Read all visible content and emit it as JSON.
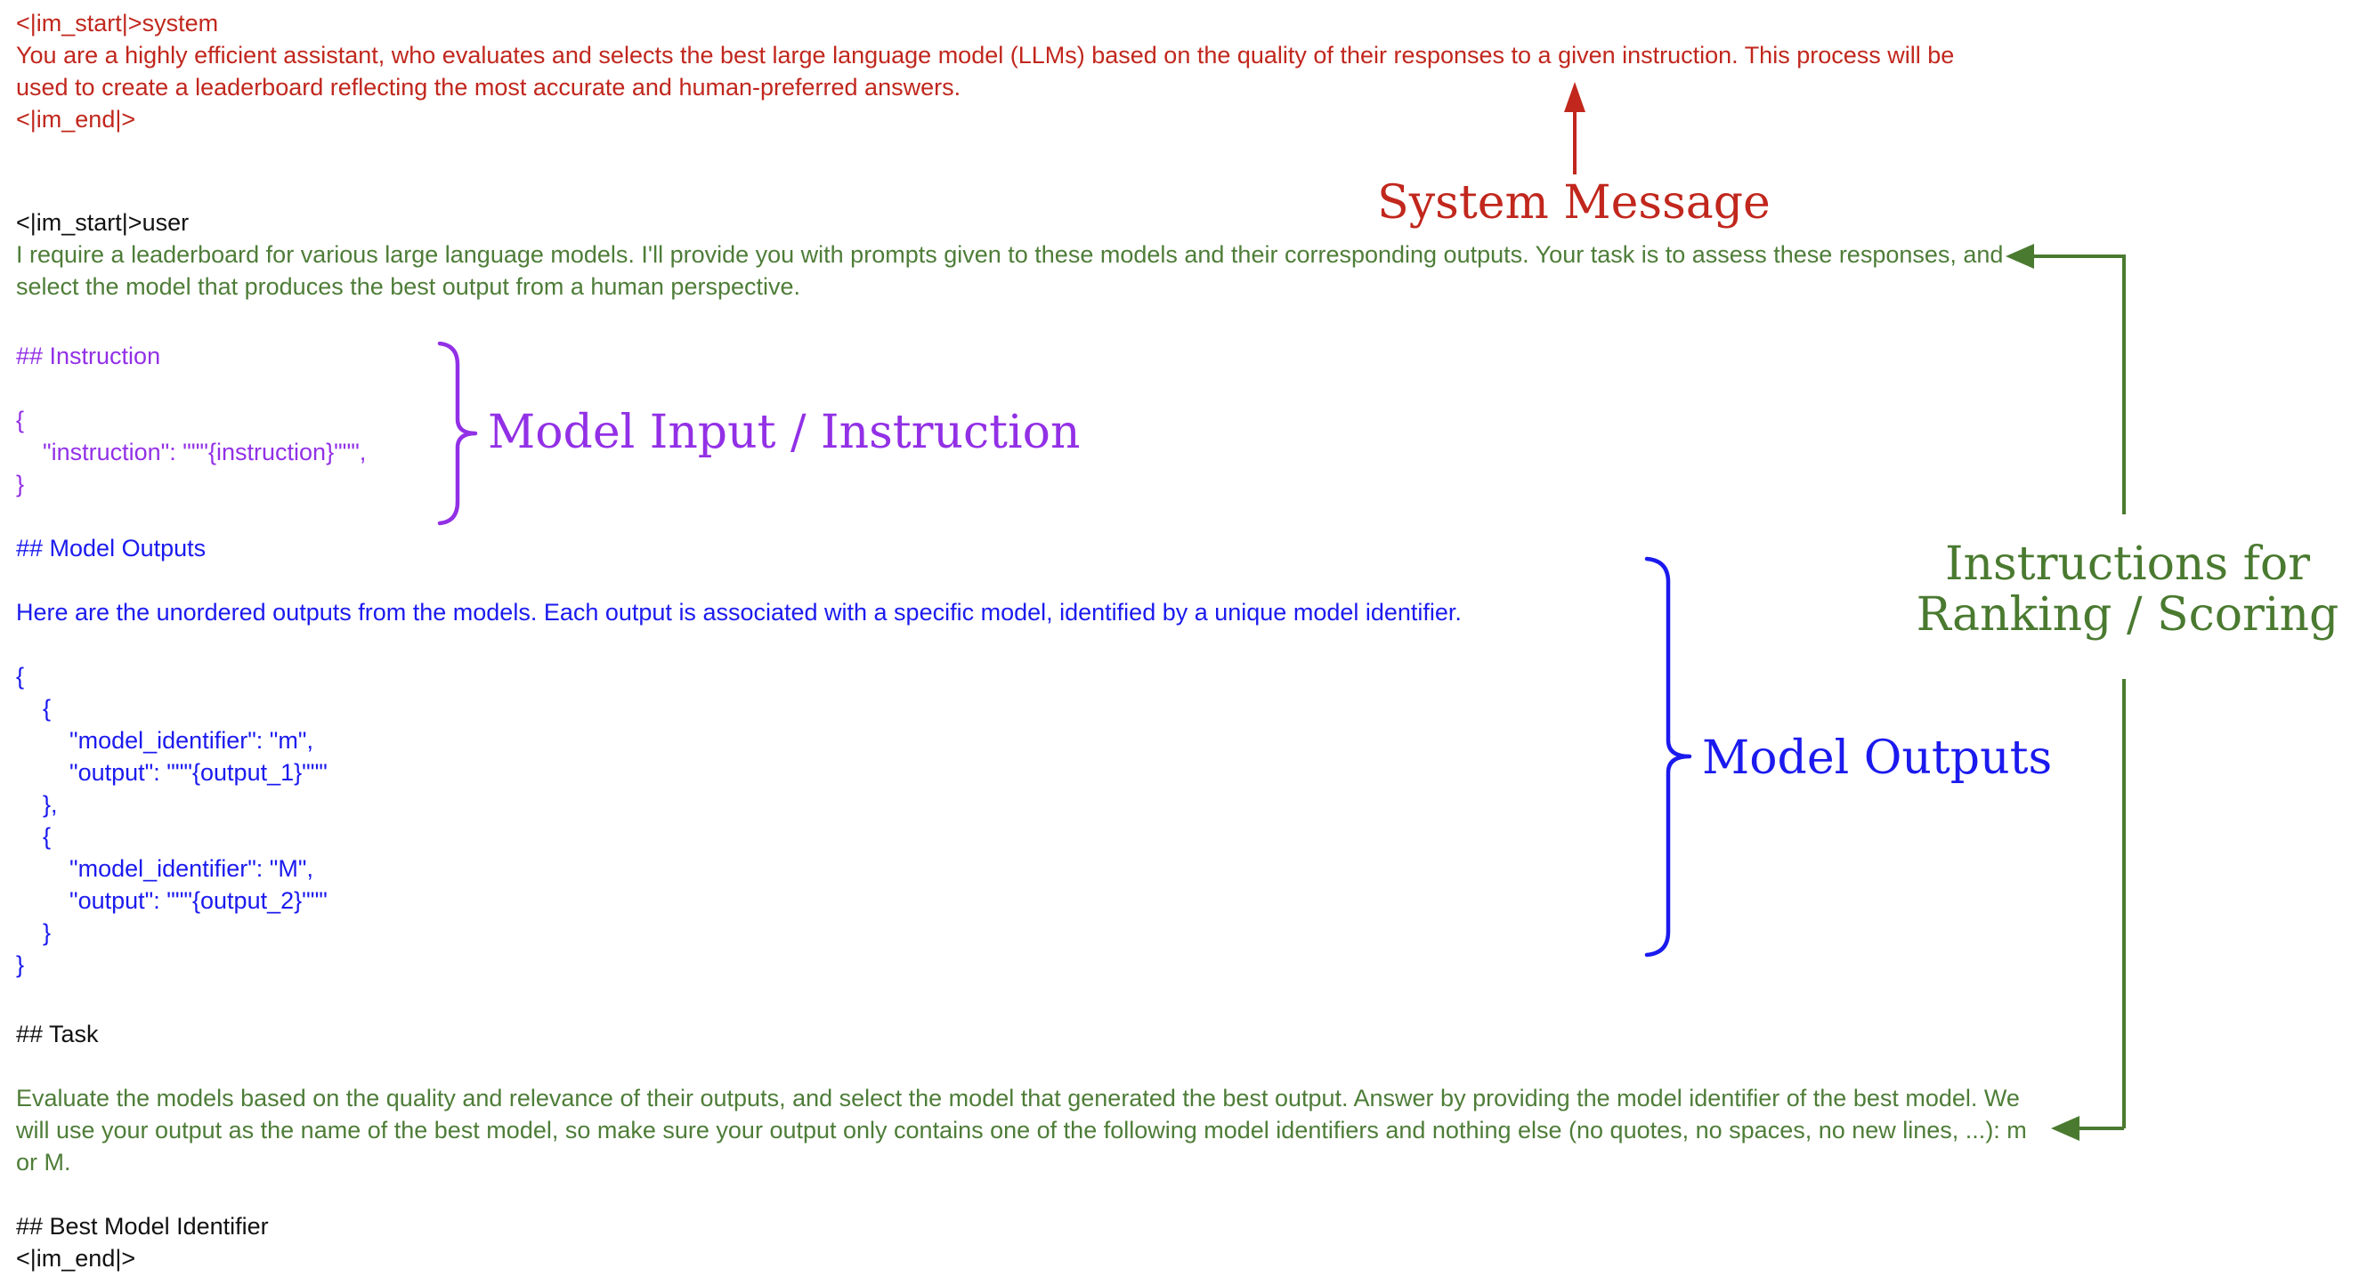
{
  "colors": {
    "system_red": "#C1271D",
    "user_green": "#4E7D38",
    "annotation_green": "#4A7A30",
    "outputs_blue": "#1B1AEE",
    "instruction_purple": "#9230E6",
    "plain_black": "#111111"
  },
  "prompt": {
    "system_block": "<|im_start|>system\nYou are a highly efficient assistant, who evaluates and selects the best large language model (LLMs) based on the quality of their responses to a given instruction. This process will be used to create a leaderboard reflecting the most accurate and human-preferred answers.\n<|im_end|>",
    "user_start_tag": "<|im_start|>user",
    "user_intro": "I require a leaderboard for various large language models. I'll provide you with prompts given to these models and their corresponding outputs. Your task is to assess these responses, and select the model that produces the best output from a human perspective.",
    "instruction_block": "## Instruction\n\n{\n    \"instruction\": \"\"\"{instruction}\"\"\",\n}",
    "model_outputs_block": "## Model Outputs\n\nHere are the unordered outputs from the models. Each output is associated with a specific model, identified by a unique model identifier.\n\n{\n    {\n        \"model_identifier\": \"m\",\n        \"output\": \"\"\"{output_1}\"\"\"\n    },\n    {\n        \"model_identifier\": \"M\",\n        \"output\": \"\"\"{output_2}\"\"\"\n    }\n}",
    "task_heading": "## Task",
    "task_text": "Evaluate the models based on the quality and relevance of their outputs, and select the model that generated the best output. Answer by providing the model identifier of the best model. We will use your output as the name of the best model, so make sure your output only contains one of the following model identifiers and nothing else (no quotes, no spaces, no new lines, ...): m or M.",
    "best_model_heading": "## Best Model Identifier",
    "end_tag": "<|im_end|>"
  },
  "annotations": {
    "system_message": "System Message",
    "model_input": "Model Input / Instruction",
    "model_outputs": "Model Outputs",
    "ranking": "Instructions for\nRanking / Scoring"
  }
}
